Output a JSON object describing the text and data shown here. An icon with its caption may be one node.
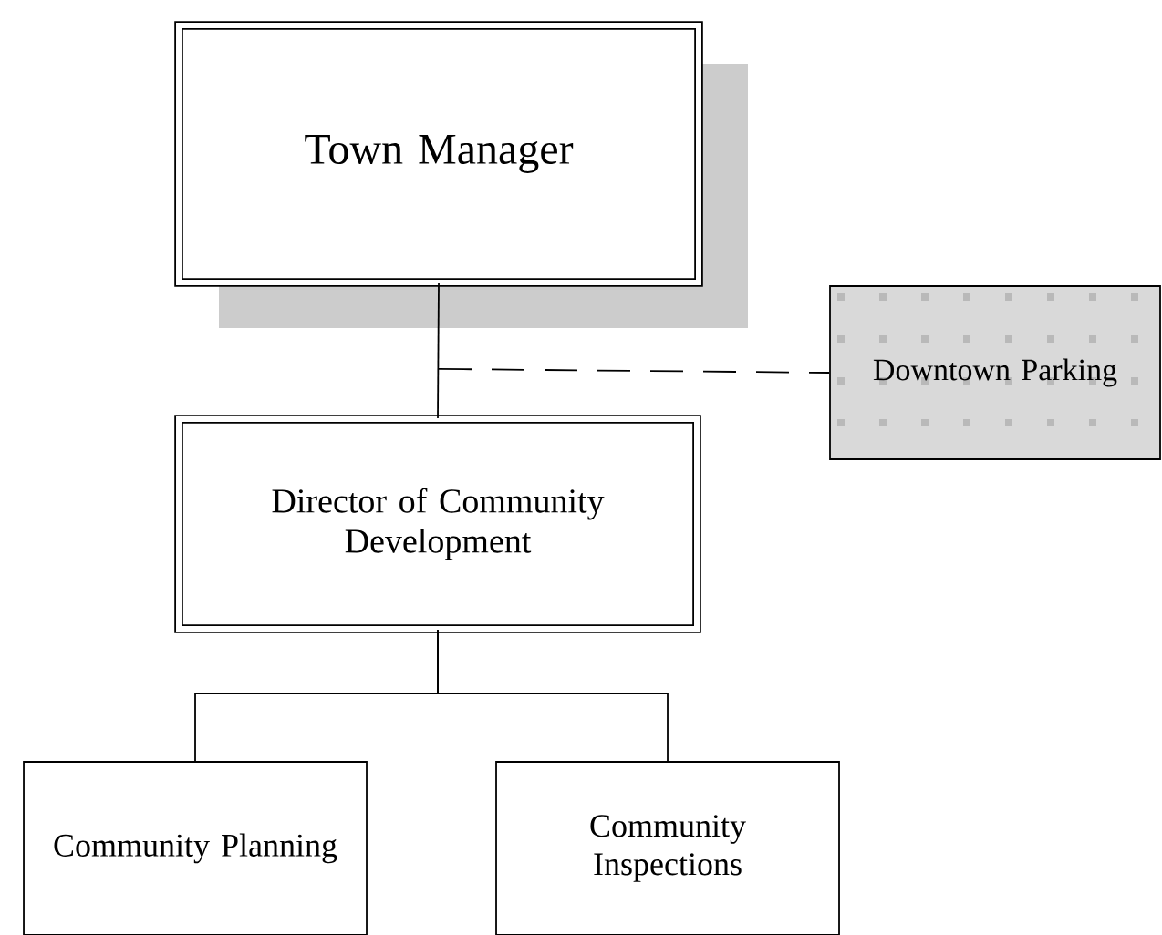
{
  "diagram": {
    "nodes": [
      {
        "text": [
          "Town Manager"
        ]
      },
      {
        "text": [
          "Downtown Parking"
        ]
      },
      {
        "text": [
          "Director of Community Development"
        ]
      },
      {
        "text": [
          "Community Planning"
        ]
      },
      {
        "text": [
          "Community Inspections"
        ]
      }
    ],
    "edges": [
      {
        "from": 0,
        "to": 2,
        "arrow": "none"
      },
      {
        "from": 0,
        "to": 1,
        "arrow": "none",
        "style": "dashed"
      },
      {
        "from": 2,
        "to": 3,
        "arrow": "none"
      },
      {
        "from": 2,
        "to": 4,
        "arrow": "none"
      }
    ]
  }
}
